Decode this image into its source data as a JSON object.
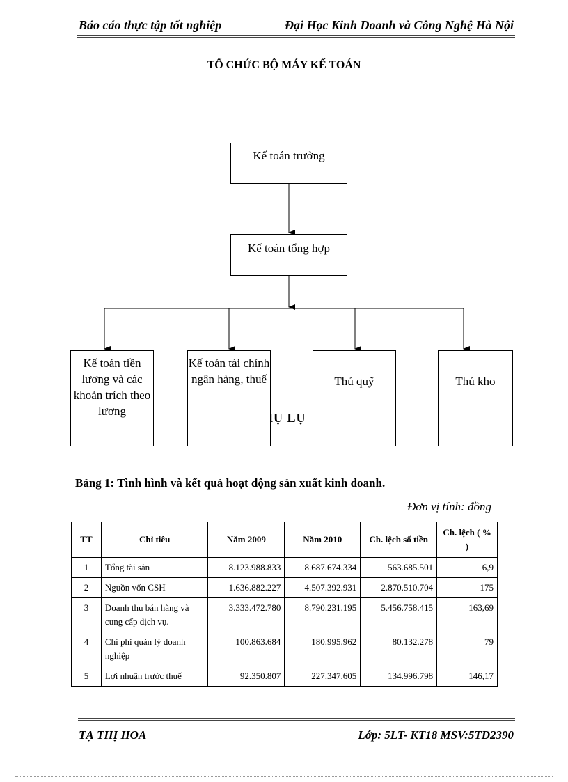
{
  "header": {
    "left": "Báo cáo thực tập tốt nghiệp",
    "right": "Đại Học Kinh Doanh và Công Nghệ Hà Nội"
  },
  "title": "TỔ CHỨC BỘ MÁY KẾ TOÁN",
  "org_chart": {
    "top": "Kế toán trưởng",
    "middle": "Kế toán tổng hợp",
    "children": [
      "Kế toán tiền lương và các khoản trích theo lương",
      "Kế toán tài chính ngân hàng, thuế",
      "Thủ quỹ",
      "Thủ kho"
    ]
  },
  "stray_text": "HỤ LỤ",
  "table": {
    "caption": "Bảng 1: Tình hình và kết quả hoạt động sản xuất kinh doanh.",
    "unit": "Đơn vị tính: đồng",
    "headers": [
      "TT",
      "Chỉ tiêu",
      "Năm 2009",
      "Năm 2010",
      "Ch. lệch số tiền",
      "Ch. lệch ( % )"
    ],
    "rows": [
      [
        "1",
        "Tổng tài sản",
        "8.123.988.833",
        "8.687.674.334",
        "563.685.501",
        "6,9"
      ],
      [
        "2",
        "Nguồn vốn CSH",
        "1.636.882.227",
        "4.507.392.931",
        "2.870.510.704",
        "175"
      ],
      [
        "3",
        "Doanh thu bán hàng và cung cấp dịch vụ.",
        "3.333.472.780",
        "8.790.231.195",
        "5.456.758.415",
        "163,69"
      ],
      [
        "4",
        "Chi phí quản lý doanh nghiệp",
        "100.863.684",
        "180.995.962",
        "80.132.278",
        "79"
      ],
      [
        "5",
        "Lợi nhuận trước thuế",
        "92.350.807",
        "227.347.605",
        "134.996.798",
        "146,17"
      ]
    ]
  },
  "footer": {
    "left": "TẠ THỊ HOA",
    "right": "Lớp: 5LT- KT18 MSV:5TD2390"
  }
}
